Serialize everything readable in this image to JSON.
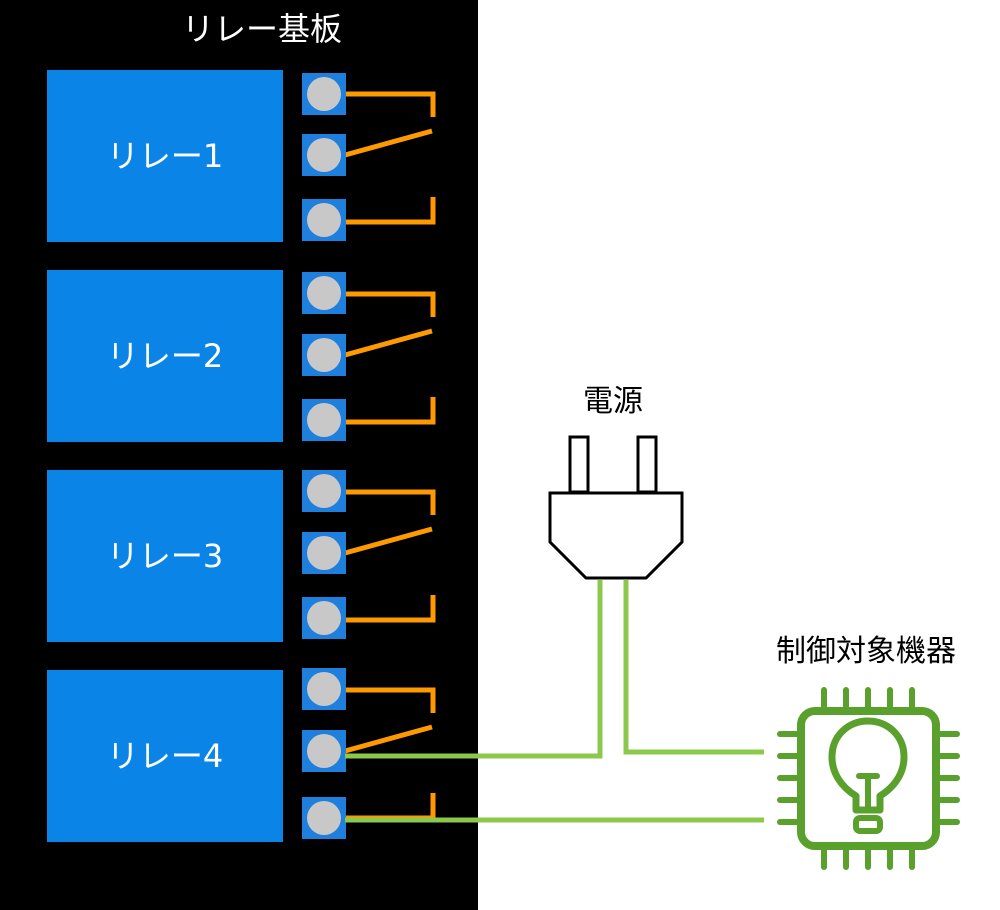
{
  "board": {
    "title": "リレー基板",
    "background": "#000000"
  },
  "relays": [
    {
      "label": "リレー1"
    },
    {
      "label": "リレー2"
    },
    {
      "label": "リレー3"
    },
    {
      "label": "リレー4"
    }
  ],
  "power": {
    "label": "電源"
  },
  "device": {
    "label": "制御対象機器",
    "icon": "lightbulb-chip-icon"
  },
  "colors": {
    "relay_fill": "#0a84e6",
    "terminal_fill": "#1e7fdc",
    "terminal_screw": "#c8c8c8",
    "contact": "#ff9900",
    "wire": "#8cc84b",
    "device": "#5aa02c",
    "plug_stroke": "#000000"
  }
}
